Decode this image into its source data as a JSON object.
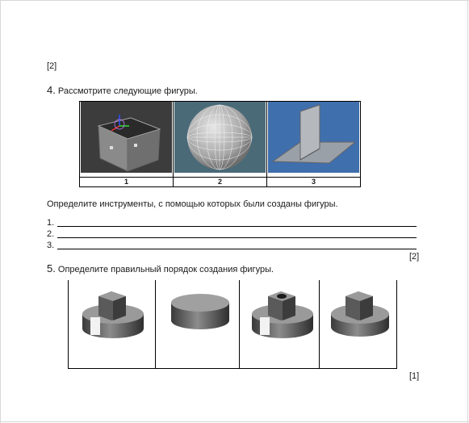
{
  "top_mark": "[2]",
  "q4": {
    "number": "4.",
    "text": "Рассмотрите следующие фигуры.",
    "figure_labels": [
      "1",
      "2",
      "3"
    ],
    "figures": [
      "cube-render",
      "sphere-render",
      "planes-render"
    ],
    "instruction": "Определите инструменты, с помощью которых были созданы фигуры.",
    "answers": [
      "1.",
      "2.",
      "3."
    ],
    "mark": "[2]"
  },
  "q5": {
    "number": "5.",
    "text": "Определите правильный порядок создания фигуры.",
    "figures": [
      "cylinder-with-slot-and-hex",
      "plain-cylinder",
      "cylinder-with-slot-hex-and-hole",
      "cylinder-with-hex"
    ],
    "mark": "[1]"
  }
}
